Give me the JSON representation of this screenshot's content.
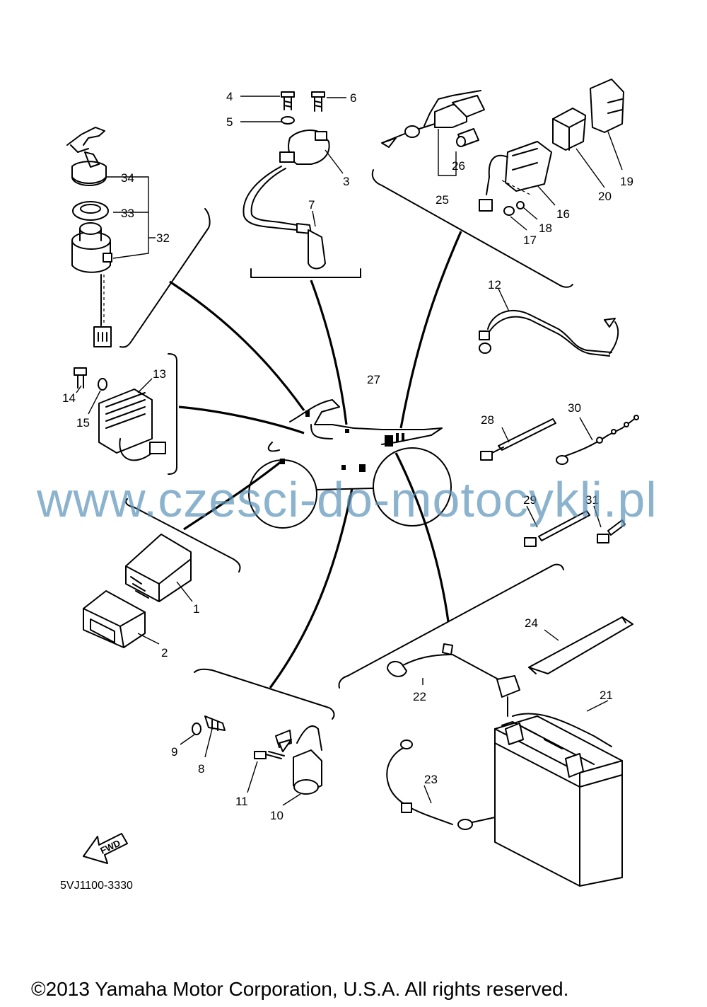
{
  "diagram_code": "5VJ1100-3330",
  "fwd_label": "FWD",
  "watermark": "www.czesci-do-motocykli.pl",
  "copyright": "©2013 Yamaha Motor Corporation, U.S.A. All rights reserved.",
  "callouts": [
    "1",
    "2",
    "3",
    "4",
    "5",
    "6",
    "7",
    "8",
    "9",
    "10",
    "11",
    "12",
    "13",
    "14",
    "15",
    "16",
    "17",
    "18",
    "19",
    "20",
    "21",
    "22",
    "23",
    "24",
    "25",
    "26",
    "27",
    "28",
    "29",
    "30",
    "31",
    "32",
    "33",
    "34"
  ]
}
